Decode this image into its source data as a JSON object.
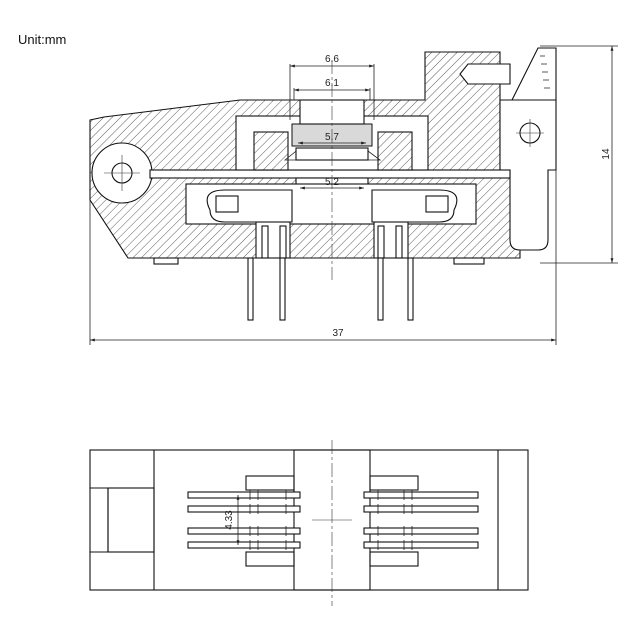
{
  "unit_label": "Unit:mm",
  "dimensions": {
    "top_width_outer": "6.6",
    "top_width_inner": "6.1",
    "slot_width_upper": "5.7",
    "slot_width_lower": "5.2",
    "overall_length": "37",
    "overall_height": "14",
    "pin_pitch": "4.33"
  }
}
